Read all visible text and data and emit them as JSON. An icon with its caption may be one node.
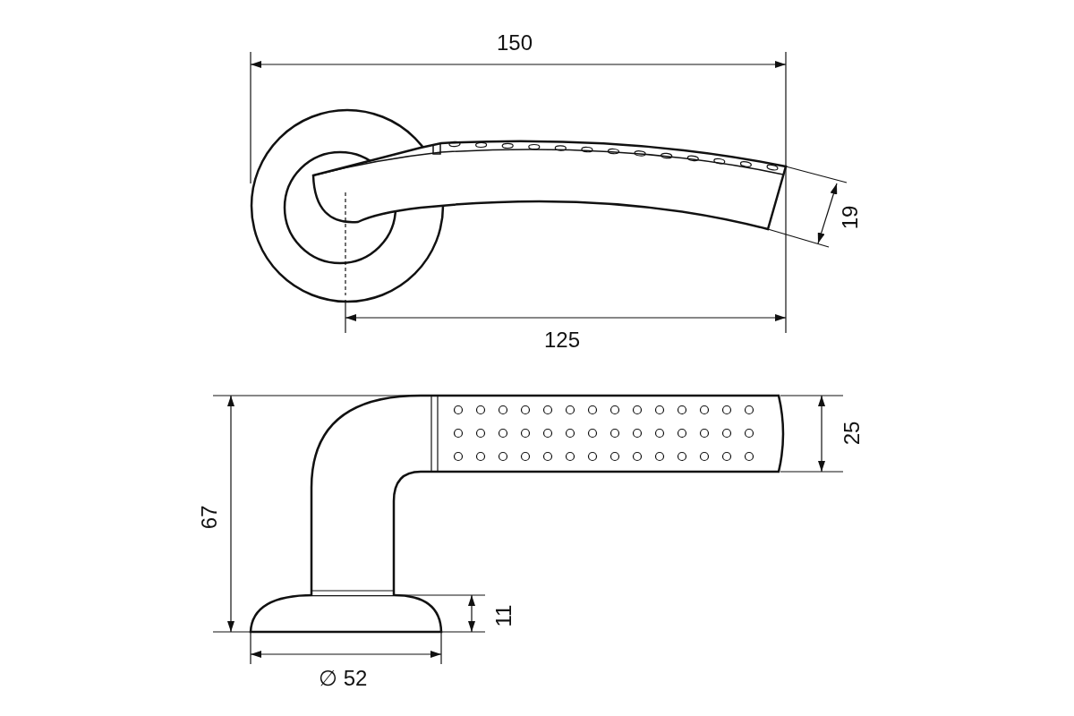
{
  "diagram": {
    "labels": [
      "150",
      "19",
      "125",
      "25",
      "67",
      "11",
      "∅ 52"
    ]
  }
}
